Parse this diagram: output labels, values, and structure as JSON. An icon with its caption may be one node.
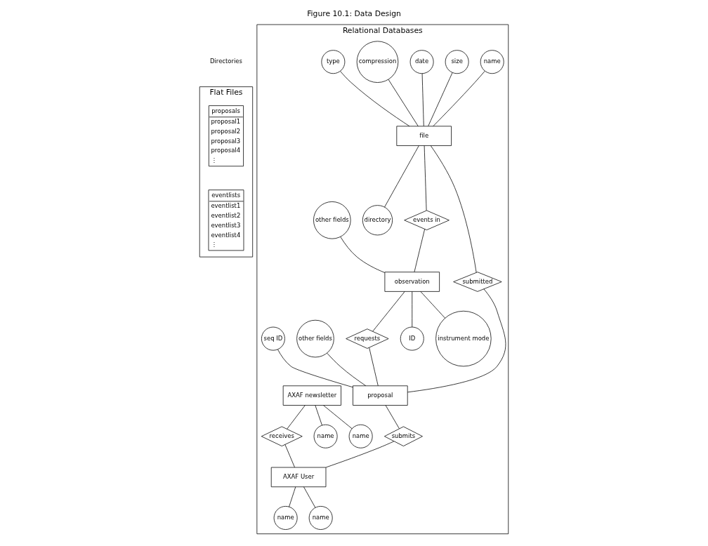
{
  "diagram": {
    "title": "Figure 10.1: Data Design",
    "nodes": [
      {
        "text": [
          "Flat Files"
        ]
      },
      {
        "text": [
          "Relational Databases"
        ]
      },
      {
        "text": [
          "proposals",
          "proposal1",
          "proposal2",
          "proposal3",
          "proposal4",
          "⋮"
        ],
        "in": 0
      },
      {
        "text": [
          "eventlists",
          "eventlist1",
          "eventlist2",
          "eventlist3",
          "eventlist4",
          "⋮"
        ],
        "in": 0
      },
      {
        "text": [
          "name"
        ],
        "in": 1
      },
      {
        "text": [
          "size"
        ],
        "in": 1
      },
      {
        "text": [
          "date"
        ],
        "in": 1
      },
      {
        "text": [
          "compression"
        ],
        "in": 1
      },
      {
        "text": [
          "type"
        ],
        "in": 1
      },
      {
        "text": [
          "file"
        ],
        "in": 1
      },
      {
        "text": [
          "directory"
        ],
        "in": 1
      },
      {
        "text": [
          "events in"
        ],
        "in": 1
      },
      {
        "text": [
          "submitted"
        ],
        "in": 1
      },
      {
        "text": [
          "other fields"
        ],
        "in": 1
      },
      {
        "text": [
          "observation"
        ],
        "in": 1
      },
      {
        "text": [
          "requests"
        ],
        "in": 1
      },
      {
        "text": [
          "other fields"
        ],
        "in": 1
      },
      {
        "text": [
          "seq ID"
        ],
        "in": 1
      },
      {
        "text": [
          "proposal"
        ],
        "in": 1
      },
      {
        "text": [
          "ID"
        ],
        "in": 1
      },
      {
        "text": [
          "instrument mode"
        ],
        "in": 1
      },
      {
        "text": [
          "submits"
        ],
        "in": 1
      },
      {
        "text": [
          "AXAF newsletter"
        ],
        "in": 1
      },
      {
        "text": [
          "receives"
        ],
        "in": 1
      },
      {
        "text": [
          "AXAF User"
        ],
        "in": 1
      },
      {
        "text": [
          "name"
        ],
        "in": 1
      },
      {
        "text": [
          "name"
        ],
        "in": 1
      },
      {
        "text": [
          "name"
        ],
        "in": 1
      },
      {
        "text": [
          "name"
        ],
        "in": 1
      }
    ],
    "edges": [
      {
        "from": 4,
        "to": 9,
        "arrow": "none"
      },
      {
        "from": 5,
        "to": 9,
        "arrow": "none"
      },
      {
        "from": 6,
        "to": 9,
        "arrow": "none"
      },
      {
        "from": 7,
        "to": 9,
        "arrow": "none"
      },
      {
        "from": 8,
        "to": 9,
        "arrow": "none"
      },
      {
        "from": 9,
        "to": 10,
        "arrow": "none"
      },
      {
        "from": 9,
        "to": 11,
        "arrow": "none"
      },
      {
        "from": 9,
        "to": 12,
        "arrow": "none"
      },
      {
        "from": 13,
        "to": 14,
        "arrow": "none"
      },
      {
        "from": 11,
        "to": 14,
        "arrow": "none"
      },
      {
        "from": 14,
        "to": 15,
        "arrow": "none"
      },
      {
        "from": 15,
        "to": 18,
        "arrow": "none"
      },
      {
        "from": 12,
        "to": 18,
        "arrow": "none"
      },
      {
        "from": 16,
        "to": 18,
        "arrow": "none"
      },
      {
        "from": 17,
        "to": 18,
        "arrow": "none"
      },
      {
        "from": 14,
        "to": 19,
        "arrow": "none"
      },
      {
        "from": 14,
        "to": 20,
        "arrow": "none"
      },
      {
        "from": 18,
        "to": 21,
        "arrow": "none"
      },
      {
        "from": 21,
        "to": 24,
        "arrow": "none"
      },
      {
        "from": 22,
        "to": 23,
        "arrow": "none"
      },
      {
        "from": 23,
        "to": 24,
        "arrow": "none"
      },
      {
        "from": 22,
        "to": 25,
        "arrow": "none"
      },
      {
        "from": 22,
        "to": 26,
        "arrow": "none"
      },
      {
        "from": 24,
        "to": 27,
        "arrow": "none"
      },
      {
        "from": 24,
        "to": 28,
        "arrow": "none"
      }
    ],
    "labels": [
      "Directories"
    ]
  }
}
